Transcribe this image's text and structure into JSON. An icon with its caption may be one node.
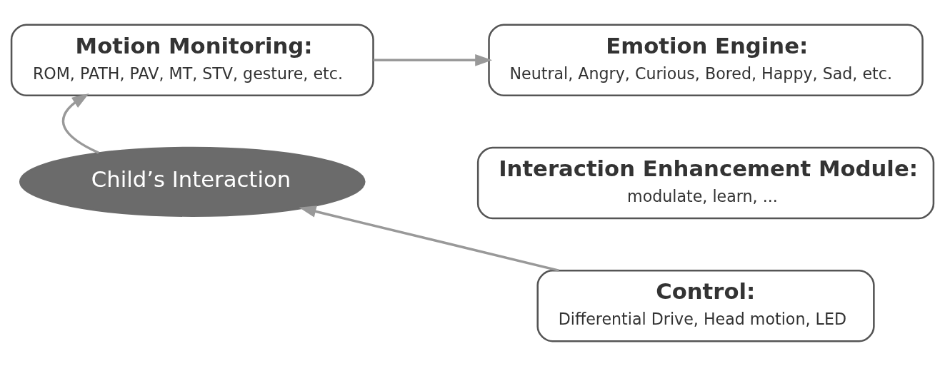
{
  "diagram": {
    "nodes": [
      {
        "text": [
          "Motion Monitoring:",
          "ROM, PATH, PAV, MT, STV, gesture, etc."
        ]
      },
      {
        "text": [
          "Emotion Engine:",
          "Neutral, Angry, Curious, Bored, Happy, Sad, etc."
        ]
      },
      {
        "text": [
          "Interaction Enhancement Module:",
          "modulate, learn, ..."
        ]
      },
      {
        "text": [
          "Control:",
          "Differential Drive, Head motion, LED"
        ]
      },
      {
        "text": [
          "Child’s Interaction"
        ]
      }
    ],
    "edges": [
      {
        "from": 0,
        "to": 1,
        "arrow": "to"
      },
      {
        "from": 4,
        "to": 0,
        "arrow": "to"
      },
      {
        "from": 3,
        "to": 4,
        "arrow": "to"
      }
    ]
  }
}
